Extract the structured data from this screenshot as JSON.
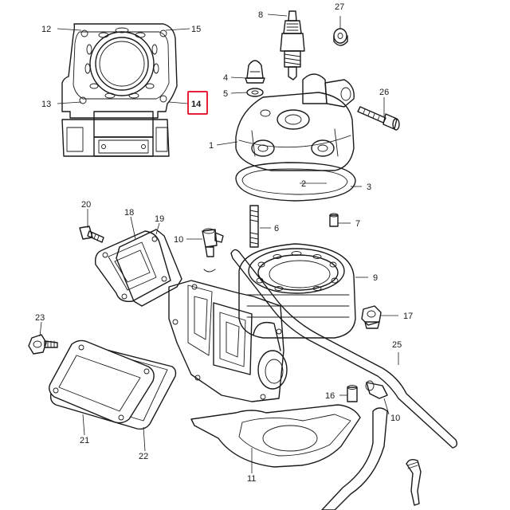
{
  "diagram": {
    "highlight_color": "#e8203a",
    "highlighted_part": "14",
    "parts": [
      {
        "key": "p1",
        "number": "1"
      },
      {
        "key": "p2",
        "number": "2"
      },
      {
        "key": "p3",
        "number": "3"
      },
      {
        "key": "p4",
        "number": "4"
      },
      {
        "key": "p5",
        "number": "5"
      },
      {
        "key": "p6",
        "number": "6"
      },
      {
        "key": "p7",
        "number": "7"
      },
      {
        "key": "p8",
        "number": "8"
      },
      {
        "key": "p9",
        "number": "9"
      },
      {
        "key": "p10a",
        "number": "10"
      },
      {
        "key": "p10b",
        "number": "10"
      },
      {
        "key": "p11",
        "number": "11"
      },
      {
        "key": "p12",
        "number": "12"
      },
      {
        "key": "p13",
        "number": "13"
      },
      {
        "key": "p14",
        "number": "14"
      },
      {
        "key": "p15",
        "number": "15"
      },
      {
        "key": "p16",
        "number": "16"
      },
      {
        "key": "p17",
        "number": "17"
      },
      {
        "key": "p18",
        "number": "18"
      },
      {
        "key": "p19",
        "number": "19"
      },
      {
        "key": "p20",
        "number": "20"
      },
      {
        "key": "p21",
        "number": "21"
      },
      {
        "key": "p22",
        "number": "22"
      },
      {
        "key": "p23",
        "number": "23"
      },
      {
        "key": "p25",
        "number": "25"
      },
      {
        "key": "p26",
        "number": "26"
      },
      {
        "key": "p27",
        "number": "27"
      }
    ]
  }
}
